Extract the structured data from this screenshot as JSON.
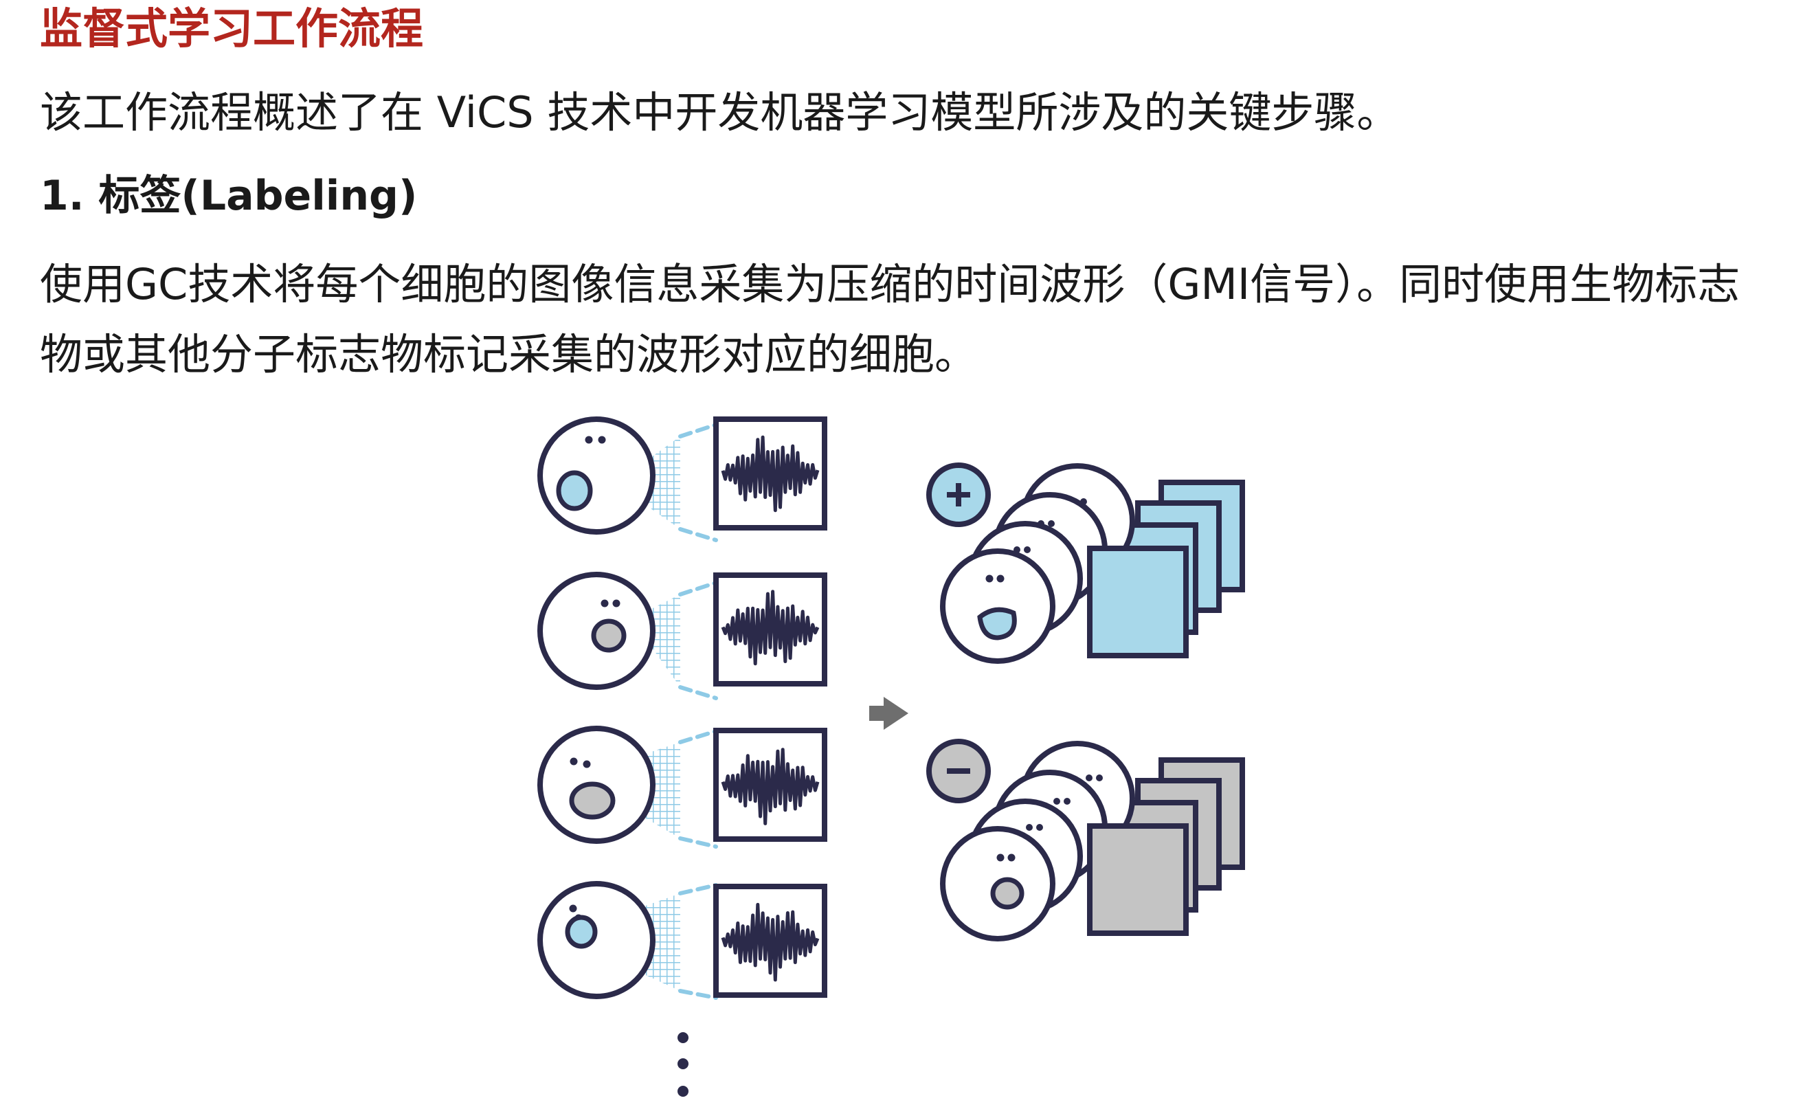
{
  "article": {
    "section_title": "监督式学习工作流程",
    "intro": "该工作流程概述了在 ViCS 技术中开发机器学习模型所涉及的关键步骤。",
    "step1": {
      "heading": "1. 标签(Labeling)",
      "body": "使用GC技术将每个细胞的图像信息采集为压缩的时间波形（GMI信号）。同时使用生物标志物或其他分子标志物标记采集的波形对应的细胞。"
    }
  },
  "figure": {
    "icons": {
      "positive": "plus-circle-icon",
      "negative": "minus-circle-icon",
      "arrow": "right-arrow-icon",
      "continuation": "vertical-ellipsis-icon"
    },
    "nucleus_types": [
      "blue",
      "gray",
      "gray",
      "blue"
    ],
    "colors": {
      "outline": "#2b2a4a",
      "positive_fill": "#a8d8ea",
      "negative_fill": "#c4c4c4",
      "beam": "#8ecae6",
      "arrow": "#6e6e6e",
      "title_red": "#b3261e"
    }
  }
}
